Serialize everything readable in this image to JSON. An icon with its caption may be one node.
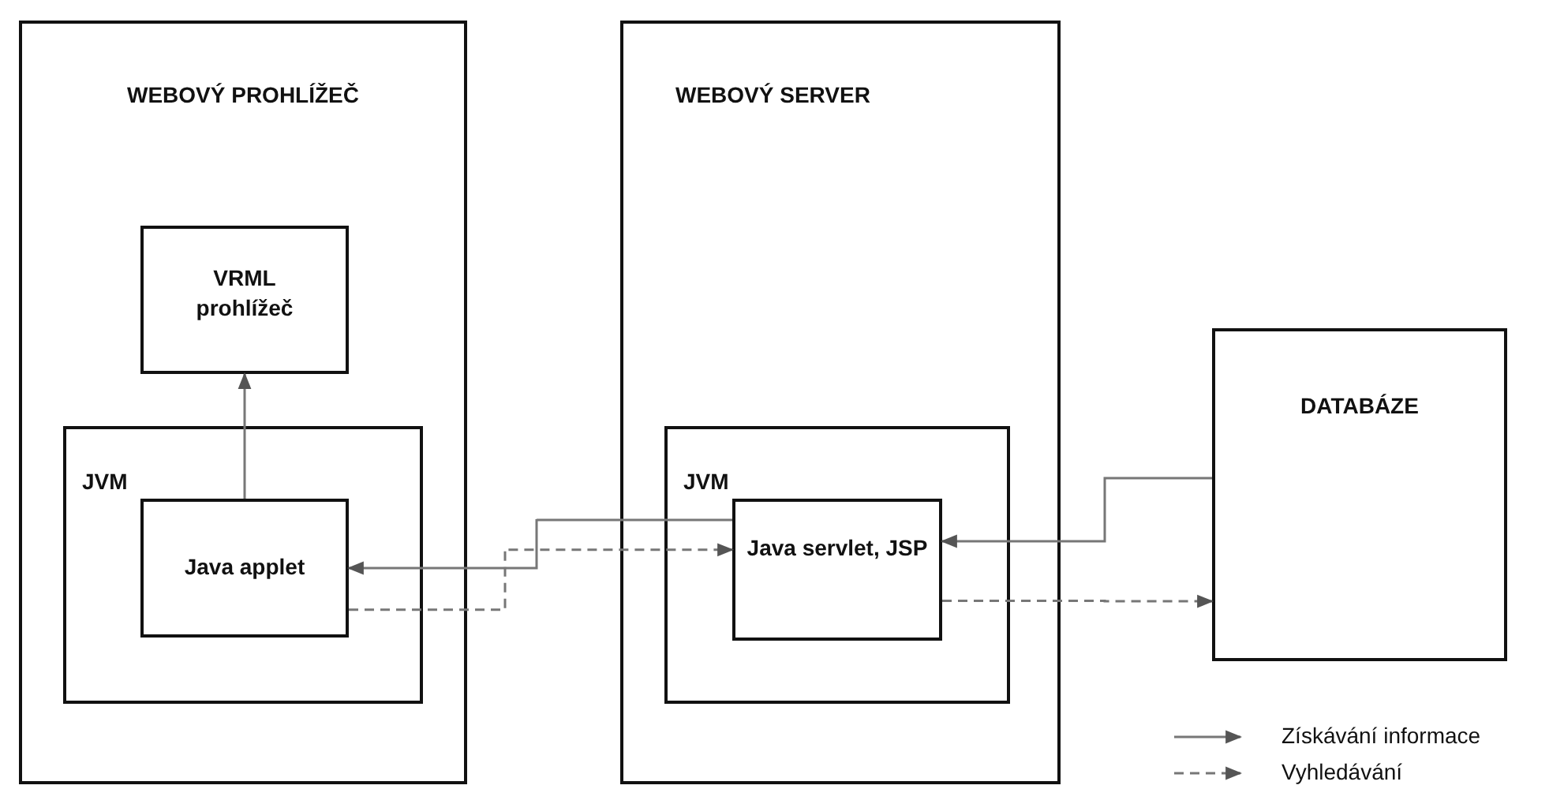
{
  "diagram": {
    "nodes": [
      {
        "text": [
          "WEBOVÝ PROHLÍŽEČ"
        ]
      },
      {
        "text": [
          "VRML prohlížeč"
        ],
        "in": 0
      },
      {
        "text": [
          "JVM"
        ],
        "in": 0
      },
      {
        "text": [
          "Java applet"
        ],
        "in": 2
      },
      {
        "text": [
          "WEBOVÝ SERVER"
        ]
      },
      {
        "text": [
          "JVM"
        ],
        "in": 4
      },
      {
        "text": [
          "Java servlet, JSP"
        ],
        "in": 5
      },
      {
        "text": [
          "DATABÁZE"
        ]
      }
    ],
    "edges": [
      {
        "from": 3,
        "to": 1,
        "arrow": "to"
      },
      {
        "from": 6,
        "to": 3,
        "arrow": "to"
      },
      {
        "from": 3,
        "to": 6,
        "arrow": "to",
        "style": "dashed"
      },
      {
        "from": 6,
        "to": 7,
        "arrow": "to",
        "style": "dashed"
      },
      {
        "from": 7,
        "to": 6,
        "arrow": "to"
      }
    ],
    "legend": [
      {
        "text": "Získávání informace"
      },
      {
        "text": "Vyhledávání"
      }
    ]
  }
}
